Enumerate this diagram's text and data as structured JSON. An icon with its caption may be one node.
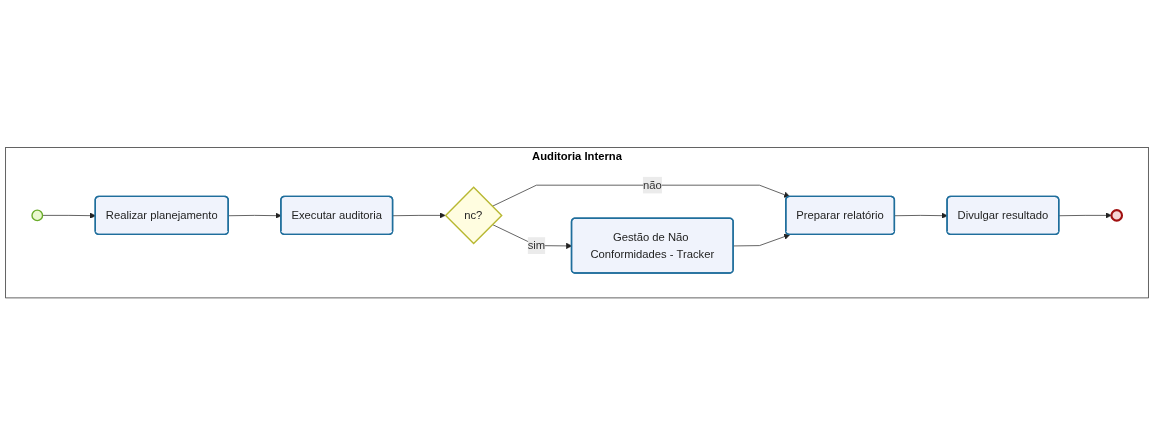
{
  "diagram": {
    "nodes": [
      {
        "text": [
          "Auditoria Interna"
        ]
      },
      {
        "text": [],
        "shape": "circle",
        "in": 0
      },
      {
        "text": [
          "Realizar planejamento"
        ],
        "in": 0
      },
      {
        "text": [
          "Executar auditoria"
        ],
        "in": 0
      },
      {
        "text": [
          "nc?"
        ],
        "in": 0
      },
      {
        "text": [
          "Preparar relatório"
        ],
        "in": 0
      },
      {
        "text": [
          "Divulgar resultado"
        ],
        "in": 0
      },
      {
        "text": [],
        "shape": "circle",
        "in": 0
      },
      {
        "text": [
          "Gestão de Não Conformidades - Tracker"
        ],
        "in": 0
      }
    ],
    "edges": [
      {
        "from": 1,
        "to": 2,
        "arrow": "to"
      },
      {
        "from": 2,
        "to": 3,
        "arrow": "to"
      },
      {
        "from": 3,
        "to": 4,
        "arrow": "to"
      },
      {
        "from": 4,
        "to": 5,
        "arrow": "to",
        "label": "não"
      },
      {
        "from": 4,
        "to": 8,
        "arrow": "to",
        "label": "sim"
      },
      {
        "from": 8,
        "to": 5,
        "arrow": "to"
      },
      {
        "from": 5,
        "to": 6,
        "arrow": "to"
      },
      {
        "from": 6,
        "to": 7,
        "arrow": "to"
      }
    ]
  }
}
